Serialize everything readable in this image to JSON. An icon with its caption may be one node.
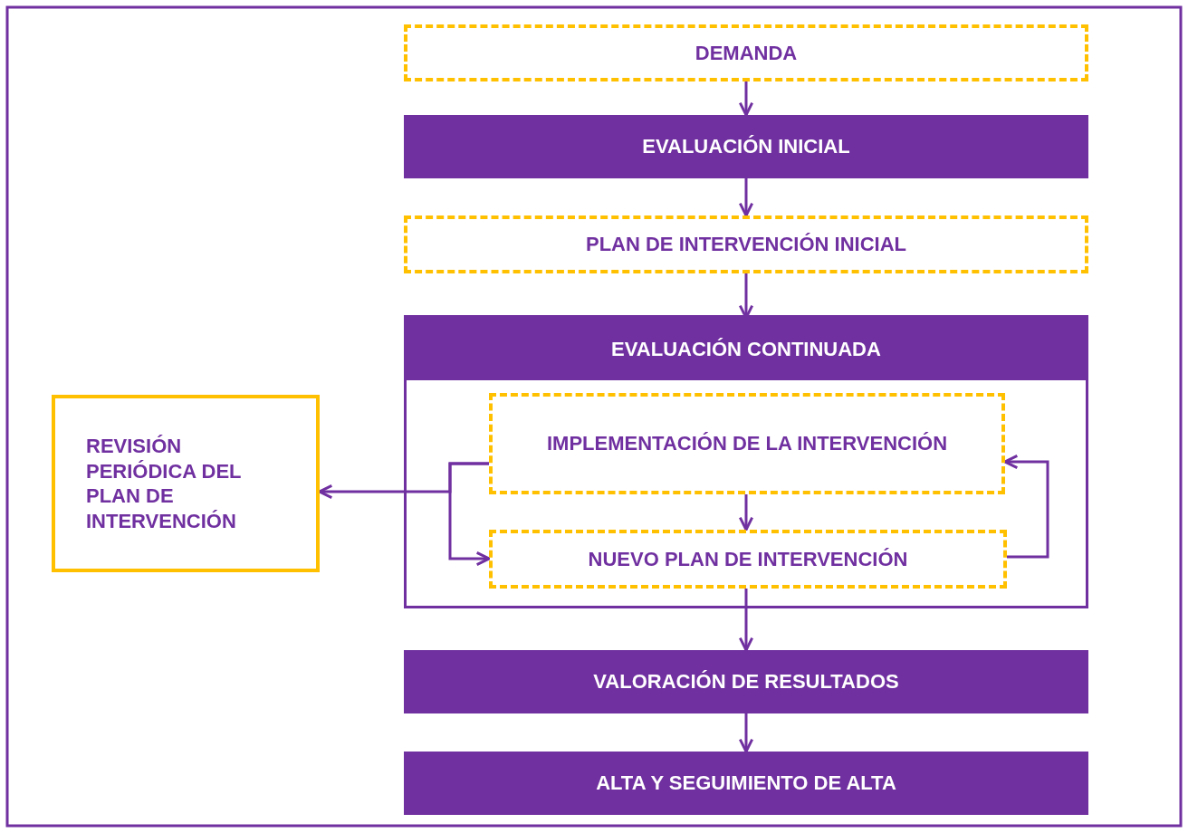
{
  "diagram": {
    "nodes": [
      {
        "text": [
          "DEMANDA"
        ]
      },
      {
        "text": [
          "EVALUACIÓN INICIAL"
        ]
      },
      {
        "text": [
          "PLAN DE INTERVENCIÓN INICIAL"
        ]
      },
      {
        "text": [],
        "shape": "box"
      },
      {
        "text": [
          "EVALUACIÓN CONTINUADA"
        ],
        "in": 3
      },
      {
        "text": [
          "IMPLEMENTACIÓN DE LA INTERVENCIÓN"
        ],
        "in": 3
      },
      {
        "text": [
          "NUEVO PLAN DE INTERVENCIÓN"
        ],
        "in": 3
      },
      {
        "text": [
          "REVISIÓN PERIÓDICA DEL PLAN DE INTERVENCIÓN"
        ]
      },
      {
        "text": [
          "VALORACIÓN DE RESULTADOS"
        ]
      },
      {
        "text": [
          "ALTA Y SEGUIMIENTO DE ALTA"
        ]
      }
    ],
    "edges": [
      {
        "from": 0,
        "to": 1,
        "arrow": "to"
      },
      {
        "from": 1,
        "to": 2,
        "arrow": "to"
      },
      {
        "from": 2,
        "to": 4,
        "arrow": "to"
      },
      {
        "from": 5,
        "to": 6,
        "arrow": "to"
      },
      {
        "from": 6,
        "to": 5,
        "arrow": "to"
      },
      {
        "from": 5,
        "to": 6,
        "arrow": "to"
      },
      {
        "from": 5,
        "to": 7,
        "arrow": "to"
      },
      {
        "from": 6,
        "to": 8,
        "arrow": "to"
      },
      {
        "from": 8,
        "to": 9,
        "arrow": "to"
      }
    ]
  }
}
